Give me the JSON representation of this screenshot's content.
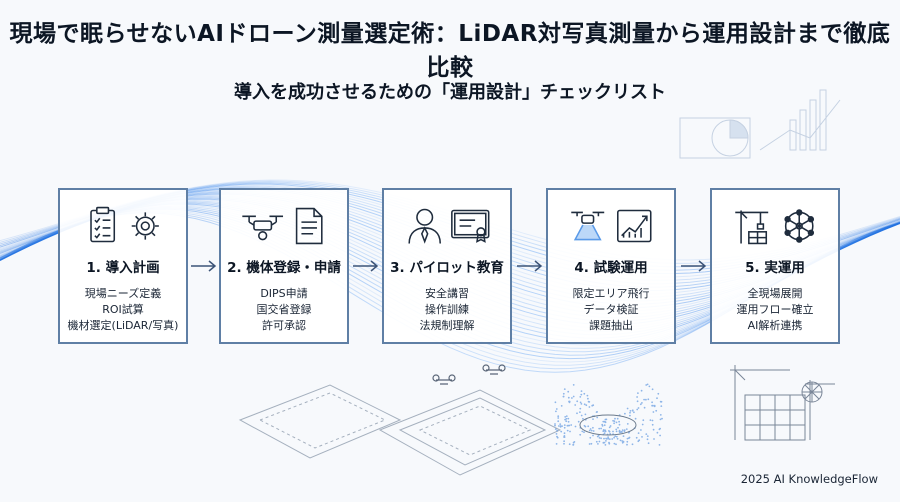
{
  "title": "現場で眠らせないAIドローン測量選定術：LiDAR対写真測量から運用設計まで徹底比較",
  "subtitle": "導入を成功させるための「運用設計」チェックリスト",
  "steps": [
    {
      "title": "1. 導入計画",
      "lines": [
        "現場ニーズ定義",
        "ROI試算",
        "機材選定(LiDAR/写真)"
      ],
      "icons": [
        "clipboard-checklist-icon",
        "gear-icon"
      ]
    },
    {
      "title": "2. 機体登録・申請",
      "lines": [
        "DIPS申請",
        "国交省登録",
        "許可承認"
      ],
      "icons": [
        "drone-icon",
        "document-icon"
      ]
    },
    {
      "title": "3. パイロット教育",
      "lines": [
        "安全講習",
        "操作訓練",
        "法規制理解"
      ],
      "icons": [
        "pilot-person-icon",
        "certificate-icon"
      ]
    },
    {
      "title": "4. 試験運用",
      "lines": [
        "限定エリア飛行",
        "データ検証",
        "課題抽出"
      ],
      "icons": [
        "drone-scan-icon",
        "growth-chart-icon"
      ]
    },
    {
      "title": "5. 実運用",
      "lines": [
        "全現場展開",
        "運用フロー確立",
        "AI解析連携"
      ],
      "icons": [
        "construction-crane-icon",
        "network-icon"
      ]
    }
  ],
  "footer": "2025 AI KnowledgeFlow"
}
